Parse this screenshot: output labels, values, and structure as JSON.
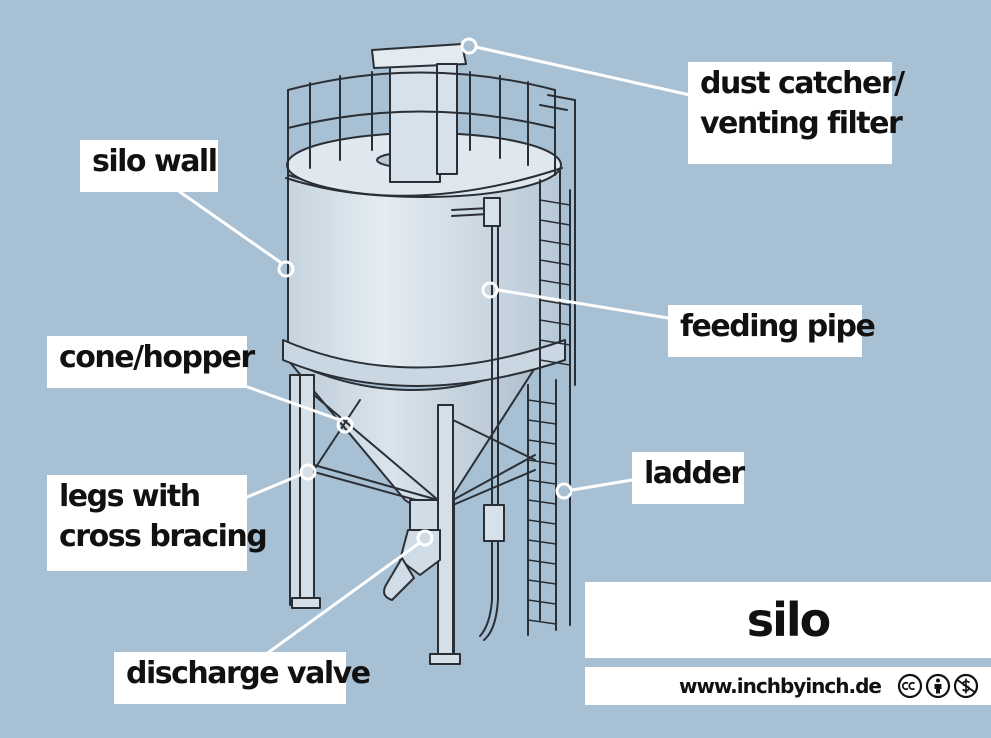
{
  "labels": {
    "dust_catcher": [
      "dust catcher/",
      "venting filter"
    ],
    "silo_wall": "silo wall",
    "feeding_pipe": "feeding pipe",
    "cone_hopper": "cone/hopper",
    "ladder": "ladder",
    "legs": [
      "legs with",
      "cross bracing"
    ],
    "discharge_valve": "discharge valve"
  },
  "title": "silo",
  "website": "www.inchbyinch.de",
  "license_icons": [
    "cc-icon",
    "attribution-icon",
    "noncommercial-icon"
  ],
  "colors": {
    "background": "#a8c0d4",
    "silo_body": "#d3e0ea",
    "outline": "#2a2f36",
    "label_bg": "#ffffff",
    "leader": "#ffffff"
  }
}
